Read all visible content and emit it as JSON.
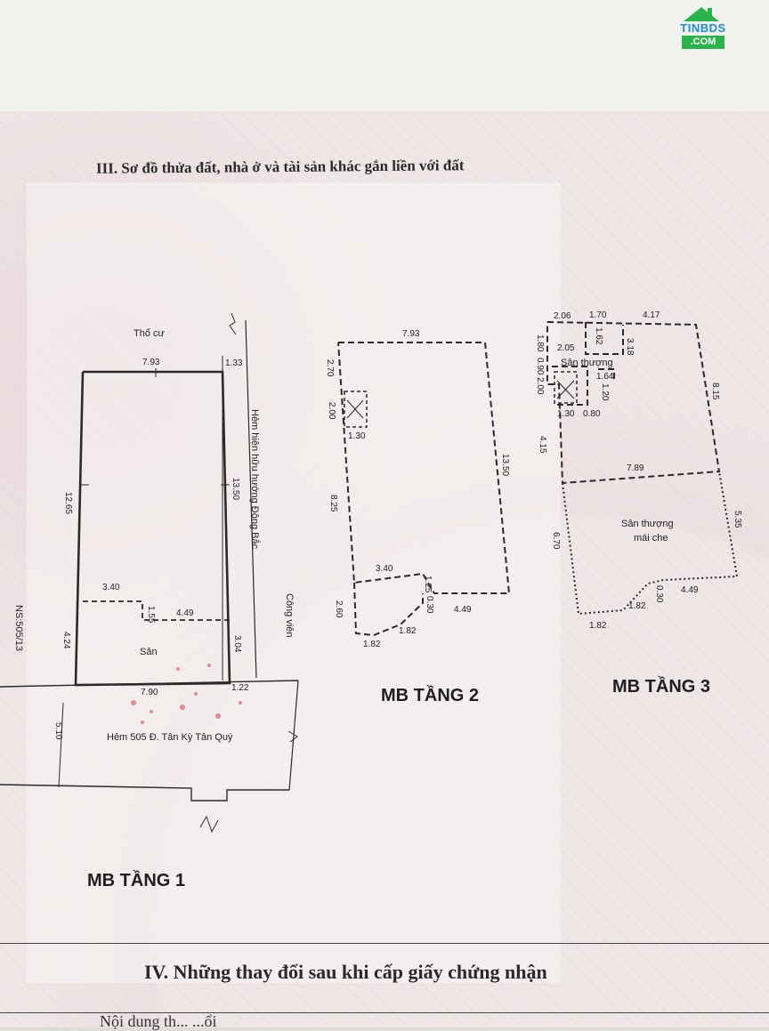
{
  "watermark": {
    "line1": "TINBDS",
    "line2": ".COM"
  },
  "section3": {
    "title": "III. Sơ đồ thửa đất, nhà ở và tài sản khác gắn liền với đất"
  },
  "section4": {
    "title": "IV. Những thay đổi sau khi cấp giấy chứng nhận",
    "subtitle": "Nội dung th... ...ổi"
  },
  "floor1": {
    "title": "MB TẦNG 1",
    "neighbor": "Thổ cư",
    "alley_side": "Hẻm hiện hữu hướng Đông Bắc",
    "park": "Công viên",
    "yard": "Sân",
    "street": "Hẻm 505 Đ. Tân Kỳ Tân Quý",
    "house_no": "NS:505/13",
    "dims": {
      "top": "7.93",
      "alley_top": "1.33",
      "left": "12.65",
      "right": "13.50",
      "step_left": "3.40",
      "step": "1.55",
      "step_right": "4.49",
      "yard_left": "4.24",
      "yard_right": "3.04",
      "bottom": "7.90",
      "alley_bottom": "1.22",
      "street_width": "5.10"
    }
  },
  "floor2": {
    "title": "MB TẦNG 2",
    "dims": {
      "top": "7.93",
      "left_top": "2.70",
      "stair_h": "2.00",
      "stair_w": "1.30",
      "left": "8.25",
      "right": "13.50",
      "step_left": "3.40",
      "step": "1.25",
      "step_right": "4.49",
      "balcony_left": "2.60",
      "balcony_bottom": "1.82",
      "balcony_diag": "1.82",
      "balcony_off": "0.30"
    }
  },
  "floor3": {
    "title": "MB TẦNG 3",
    "terrace": "Sân thượng",
    "covered_terrace_1": "Sân thượng",
    "covered_terrace_2": "mái che",
    "dims": {
      "t1": "2.06",
      "t2": "1.70",
      "t3": "4.17",
      "l1": "1.80",
      "l2": "0.90",
      "l3": "2.00",
      "inner_top": "2.05",
      "inner_r": "1.62",
      "r1": "3.18",
      "c1": "1.64",
      "c2": "1.20",
      "s1": "1.30",
      "s2": "0.80",
      "right": "8.15",
      "left": "4.15",
      "mid": "7.89",
      "cov_right": "5.35",
      "cov_left": "6.70",
      "cov_bottom": "4.49",
      "cov_diag": "1.82",
      "cov_off": "0.30",
      "cov_bl": "1.82"
    }
  }
}
